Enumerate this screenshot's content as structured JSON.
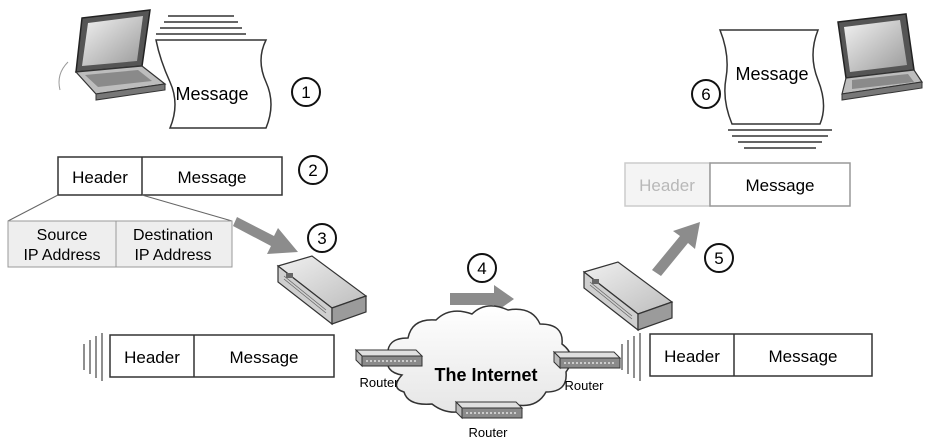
{
  "message_label": "Message",
  "header_label": "Header",
  "source_label_line1": "Source",
  "source_label_line2": "IP Address",
  "destination_label_line1": "Destination",
  "destination_label_line2": "IP Address",
  "internet_label": "The Internet",
  "router_label": "Router",
  "steps": [
    "1",
    "2",
    "3",
    "4",
    "5",
    "6"
  ],
  "colors": {
    "arrow": "#8c8c8c",
    "faded_header": "#b8b8b8",
    "box_fill": "#ffffff",
    "shaded": "#eeeeee",
    "stroke": "#444444"
  }
}
